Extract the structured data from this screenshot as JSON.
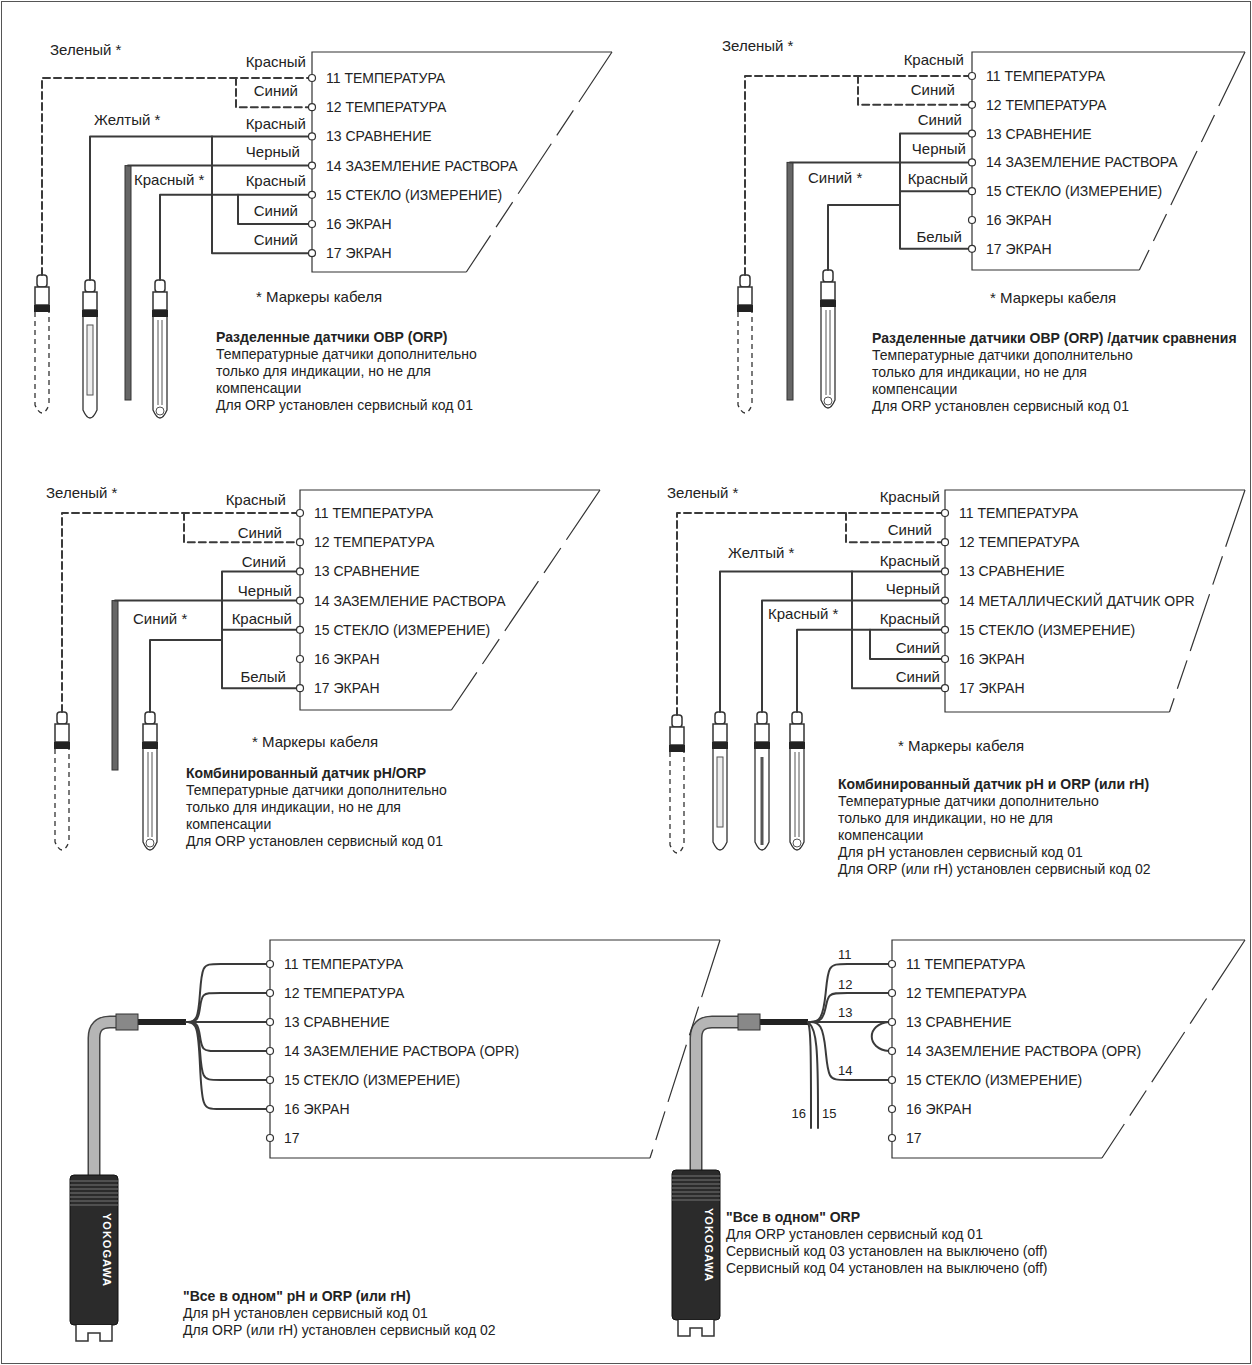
{
  "diagram": {
    "nodes": [
      {
        "text": [
          "11 ТЕМПЕРАТУРА",
          "12 ТЕМПЕРАТУРА",
          "13 СРАВНЕНИЕ",
          "14 ЗАЗЕМЛЕНИЕ РАСТВОРА",
          "15 СТЕКЛО (ИЗМЕРЕНИЕ)",
          "16 ЭКРАН",
          "17 ЭКРАН"
        ]
      },
      {
        "text": [
          "11 ТЕМПЕРАТУРА",
          "12 ТЕМПЕРАТУРА",
          "13 СРАВНЕНИЕ",
          "14 ЗАЗЕМЛЕНИЕ РАСТВОРА",
          "15 СТЕКЛО (ИЗМЕРЕНИЕ)",
          "16 ЭКРАН",
          "17 ЭКРАН"
        ]
      },
      {
        "text": [
          "11 ТЕМПЕРАТУРА",
          "12 ТЕМПЕРАТУРА",
          "13 СРАВНЕНИЕ",
          "14 ЗАЗЕМЛЕНИЕ РАСТВОРА",
          "15 СТЕКЛО (ИЗМЕРЕНИЕ)",
          "16 ЭКРАН",
          "17 ЭКРАН"
        ]
      },
      {
        "text": [
          "11 ТЕМПЕРАТУРА",
          "12 ТЕМПЕРАТУРА",
          "13 СРАВНЕНИЕ",
          "14 МЕТАЛЛИЧЕСКИЙ ДАТЧИК OPR",
          "15 СТЕКЛО (ИЗМЕРЕНИЕ)",
          "16 ЭКРАН",
          "17 ЭКРАН"
        ]
      },
      {
        "text": [
          "11 ТЕМПЕРАТУРА",
          "12 ТЕМПЕРАТУРА",
          "13 СРАВНЕНИЕ",
          "14 ЗАЗЕМЛЕНИЕ РАСТВОРА (OPR)",
          "15 СТЕКЛО (ИЗМЕРЕНИЕ)",
          "16 ЭКРАН",
          "17"
        ]
      },
      {
        "text": [
          "11 ТЕМПЕРАТУРА",
          "12 ТЕМПЕРАТУРА",
          "13 СРАВНЕНИЕ",
          "14 ЗАЗЕМЛЕНИЕ РАСТВОРА (OPR)",
          "15 СТЕКЛО (ИЗМЕРЕНИЕ)",
          "16 ЭКРАН",
          "17"
        ]
      }
    ],
    "labels": [
      "Зеленый *",
      "Красный",
      "Синий",
      "Желтый *",
      "Красный",
      "Черный",
      "Красный *",
      "Красный",
      "Синий",
      "Синий",
      "* Маркеры кабеля",
      "Разделенные датчики ОВР (ORP)",
      "Температурные датчики дополнительно только для индикации, но не для компенсации",
      "Для ORP установлен сервисный код 01",
      "Зеленый *",
      "Красный",
      "Синий",
      "Синий",
      "Черный",
      "Синий *",
      "Красный",
      "Белый",
      "* Маркеры кабеля",
      "Разделенные датчики ОВР (ORP) /датчик сравнения",
      "Температурные датчики дополнительно только для индикации, но не для компенсации",
      "Для ORP установлен сервисный код 01",
      "Зеленый *",
      "Красный",
      "Синий",
      "Синий",
      "Черный",
      "Синий *",
      "Красный",
      "Белый",
      "* Маркеры кабеля",
      "Комбинированный датчик pH/ORP",
      "Температурные датчики дополнительно только для индикации, но не для компенсации",
      "Для ORP установлен сервисный код 01",
      "Зеленый *",
      "Красный",
      "Синий",
      "Желтый *",
      "Красный",
      "Черный",
      "Красный *",
      "Красный",
      "Синий",
      "Синий",
      "* Маркеры кабеля",
      "Комбинированный датчик pH и ORP (или rH)",
      "Температурные датчики дополнительно только для индикации, но не для компенсации",
      "Для pH установлен сервисный код 01",
      "Для ORP (или rH) установлен сервисный код 02",
      "YOKOGAWA",
      "\"Все в одном\" pH и ORP (или rH)",
      "Для pH установлен сервисный код 01",
      "Для ORP (или rH) установлен сервисный код 02",
      "11",
      "12",
      "13",
      "14",
      "16",
      "15",
      "YOKOGAWA",
      "\"Все в одном\" ORP",
      "Для ORP установлен сервисный код 01",
      "Сервисный код 03 установлен на выключено (off)",
      "Сервисный код 04 установлен на выключено (off)"
    ]
  }
}
